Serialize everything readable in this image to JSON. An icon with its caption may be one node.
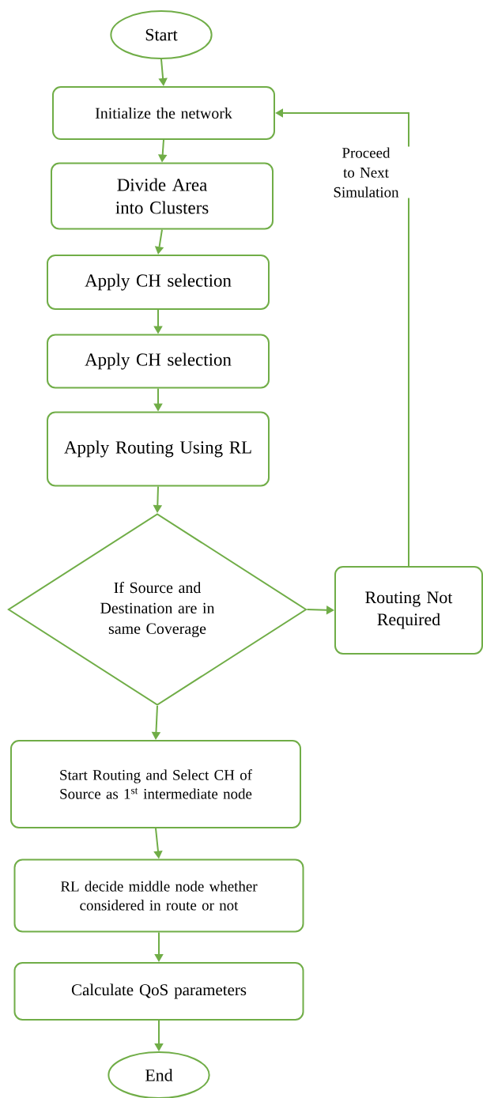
{
  "diagram": {
    "nodes": [
      {
        "text": [
          "Start"
        ]
      },
      {
        "text": [
          "Initialize the network"
        ]
      },
      {
        "text": [
          "Divide Area into Clusters"
        ]
      },
      {
        "text": [
          "Apply CH selection"
        ]
      },
      {
        "text": [
          "Apply CH selection"
        ]
      },
      {
        "text": [
          "Apply Routing Using RL"
        ]
      },
      {
        "text": [
          "If Source and Destination are in same Coverage"
        ]
      },
      {
        "text": [
          "Routing Not Required"
        ]
      },
      {
        "text": [
          "Start Routing and Select CH of Source as 1$^{st}$ intermediate node"
        ]
      },
      {
        "text": [
          "RL decide middle node whether considered in route or not"
        ]
      },
      {
        "text": [
          "Calculate QoS parameters"
        ]
      },
      {
        "text": [
          "End"
        ]
      }
    ],
    "edges": [
      {
        "from": 0,
        "to": 1,
        "arrow": "to"
      },
      {
        "from": 1,
        "to": 2,
        "arrow": "to"
      },
      {
        "from": 2,
        "to": 3,
        "arrow": "to"
      },
      {
        "from": 3,
        "to": 4,
        "arrow": "to"
      },
      {
        "from": 4,
        "to": 5,
        "arrow": "to"
      },
      {
        "from": 5,
        "to": 6,
        "arrow": "to"
      },
      {
        "from": 6,
        "to": 7,
        "arrow": "to"
      },
      {
        "from": 7,
        "to": 1,
        "arrow": "to",
        "label": "Proceed to Next Simulation"
      },
      {
        "from": 6,
        "to": 8,
        "arrow": "to"
      },
      {
        "from": 8,
        "to": 9,
        "arrow": "to"
      },
      {
        "from": 9,
        "to": 10,
        "arrow": "to"
      },
      {
        "from": 10,
        "to": 11,
        "arrow": "to"
      }
    ]
  }
}
